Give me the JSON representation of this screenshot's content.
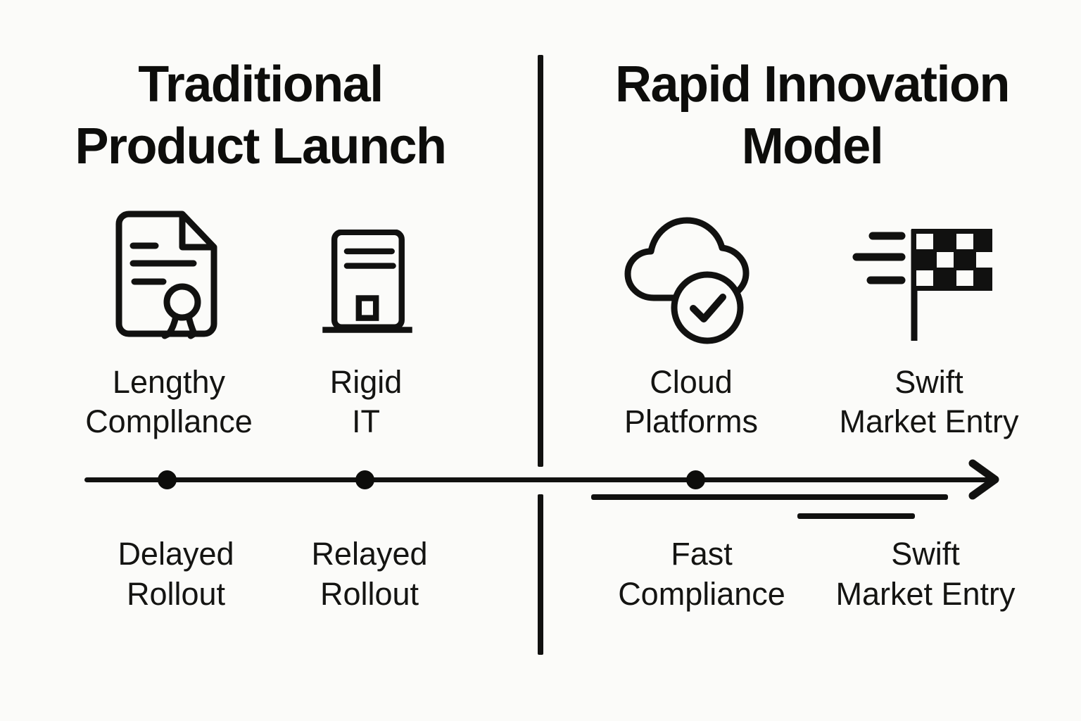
{
  "panels": {
    "left": {
      "title_line1": "Traditional",
      "title_line2": "Product Launch",
      "items": [
        {
          "icon": "certificate-document-icon",
          "label_line1": "Lengthy",
          "label_line2": "Compllance"
        },
        {
          "icon": "server-icon",
          "label_line1": "Rigid",
          "label_line2": "IT"
        }
      ],
      "timeline_labels": [
        {
          "line1": "Delayed",
          "line2": "Rollout"
        },
        {
          "line1": "Relayed",
          "line2": "Rollout"
        }
      ]
    },
    "right": {
      "title_line1": "Rapid Innovation",
      "title_line2": "Model",
      "items": [
        {
          "icon": "cloud-check-icon",
          "label_line1": "Cloud",
          "label_line2": "Platforms"
        },
        {
          "icon": "checkered-flag-icon",
          "label_line1": "Swift",
          "label_line2": "Market Entry"
        }
      ],
      "timeline_labels": [
        {
          "line1": "Fast",
          "line2": "Compliance"
        },
        {
          "line1": "Swift",
          "line2": "Market Entry"
        }
      ]
    }
  },
  "colors": {
    "ink": "#111110",
    "background": "#fbfbf9"
  }
}
